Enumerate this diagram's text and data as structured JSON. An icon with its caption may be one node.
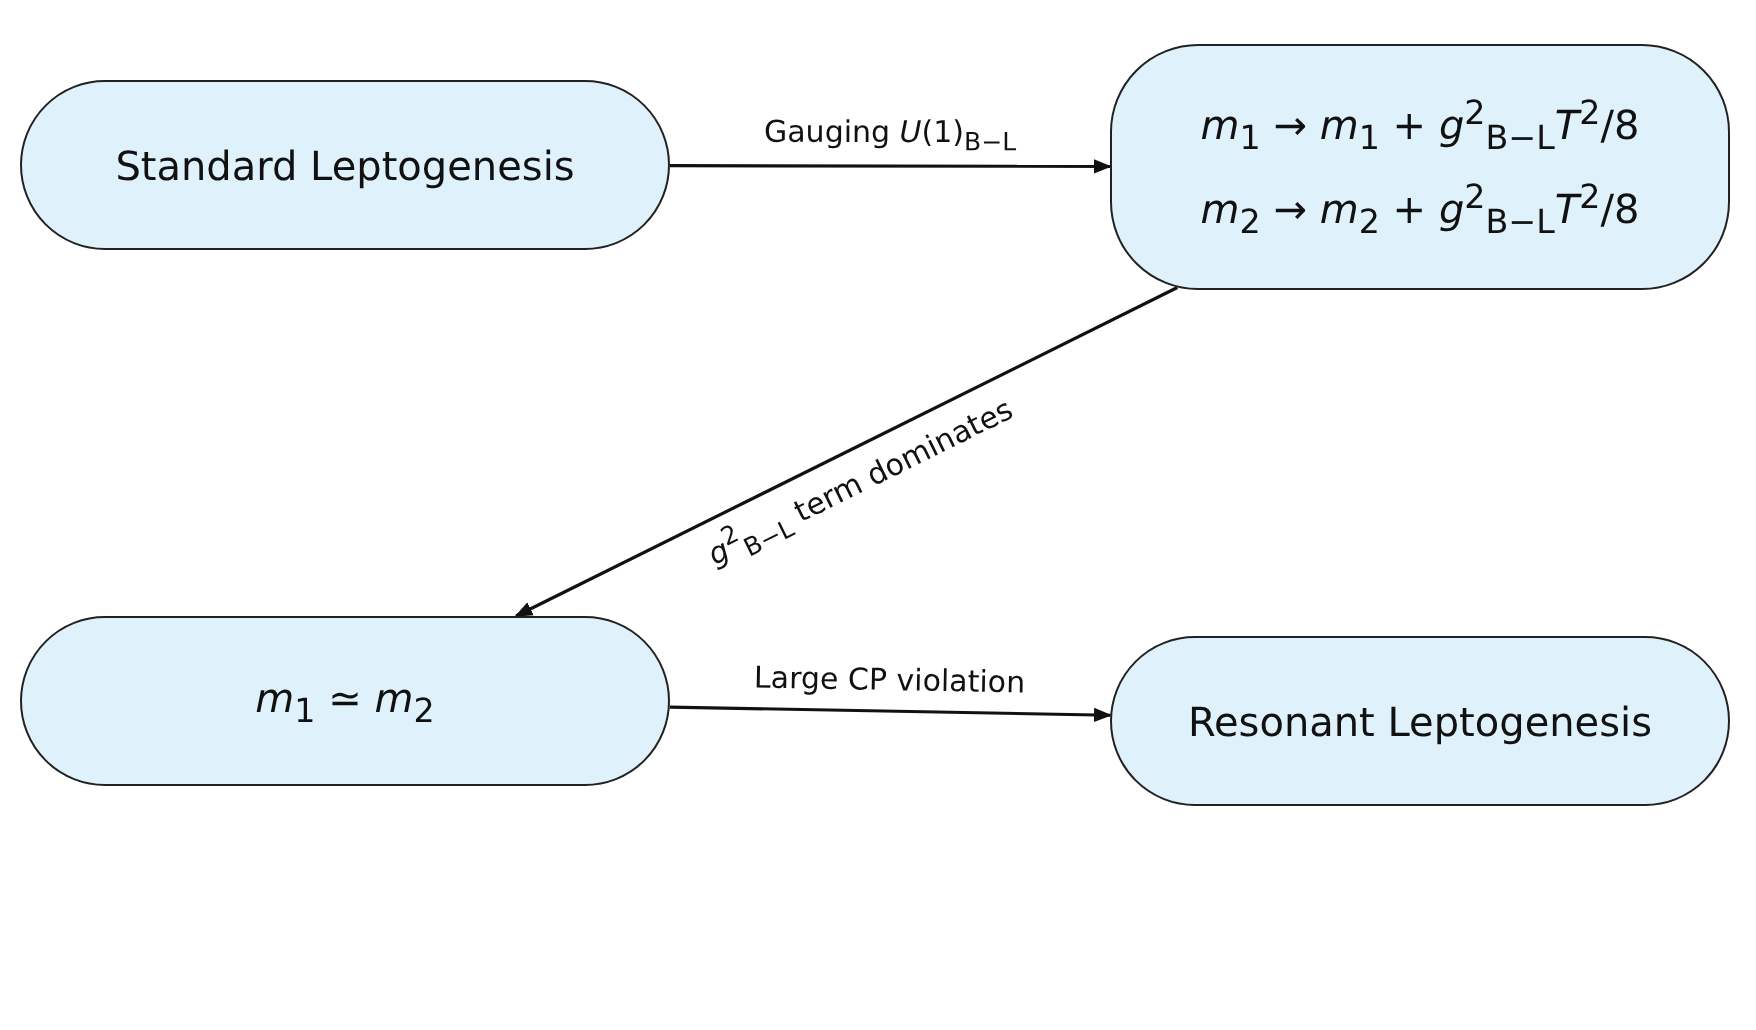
{
  "diagram": {
    "nodes": [
      {
        "text": [
          "Standard Leptogenesis"
        ]
      },
      {
        "text": [
          "*m*$_{1}$ → *m*$_{1}$ + *g*$^{2}$$_{B−L}$*T*$^{2}$/8",
          "*m*$_{2}$ → *m*$_{2}$ + *g*$^{2}$$_{B−L}$*T*$^{2}$/8"
        ]
      },
      {
        "text": [
          "*m*$_{1}$ ≃ *m*$_{2}$"
        ]
      },
      {
        "text": [
          "Resonant Leptogenesis"
        ]
      }
    ],
    "edges": [
      {
        "from": 0,
        "to": 1,
        "arrow": "to",
        "label": "Gauging *U*(1)$_{B−L}$"
      },
      {
        "from": 1,
        "to": 2,
        "arrow": "to",
        "label": "*g*$^{2}$$_{B−L}$ term dominates"
      },
      {
        "from": 2,
        "to": 3,
        "arrow": "to",
        "label": "Large CP violation"
      }
    ]
  }
}
